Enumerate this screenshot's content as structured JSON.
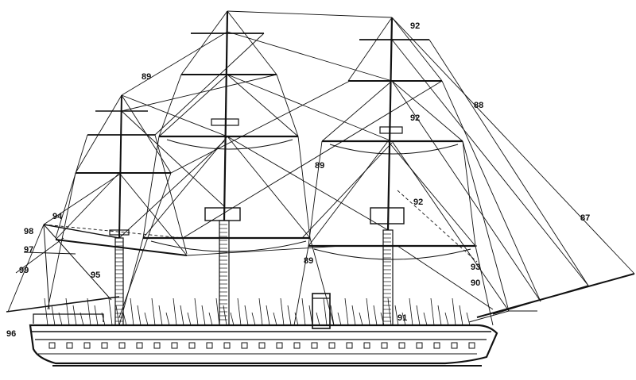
{
  "callouts": {
    "c87": "87",
    "c88": "88",
    "c89a": "89",
    "c89b": "89",
    "c89c": "89",
    "c90": "90",
    "c91": "91",
    "c92a": "92",
    "c92b": "92",
    "c92c": "92",
    "c93": "93",
    "c94": "94",
    "c95": "95",
    "c96": "96",
    "c97": "97",
    "c98": "98",
    "c99": "99"
  },
  "colors": {
    "ink": "#111111",
    "paper": "#ffffff"
  }
}
